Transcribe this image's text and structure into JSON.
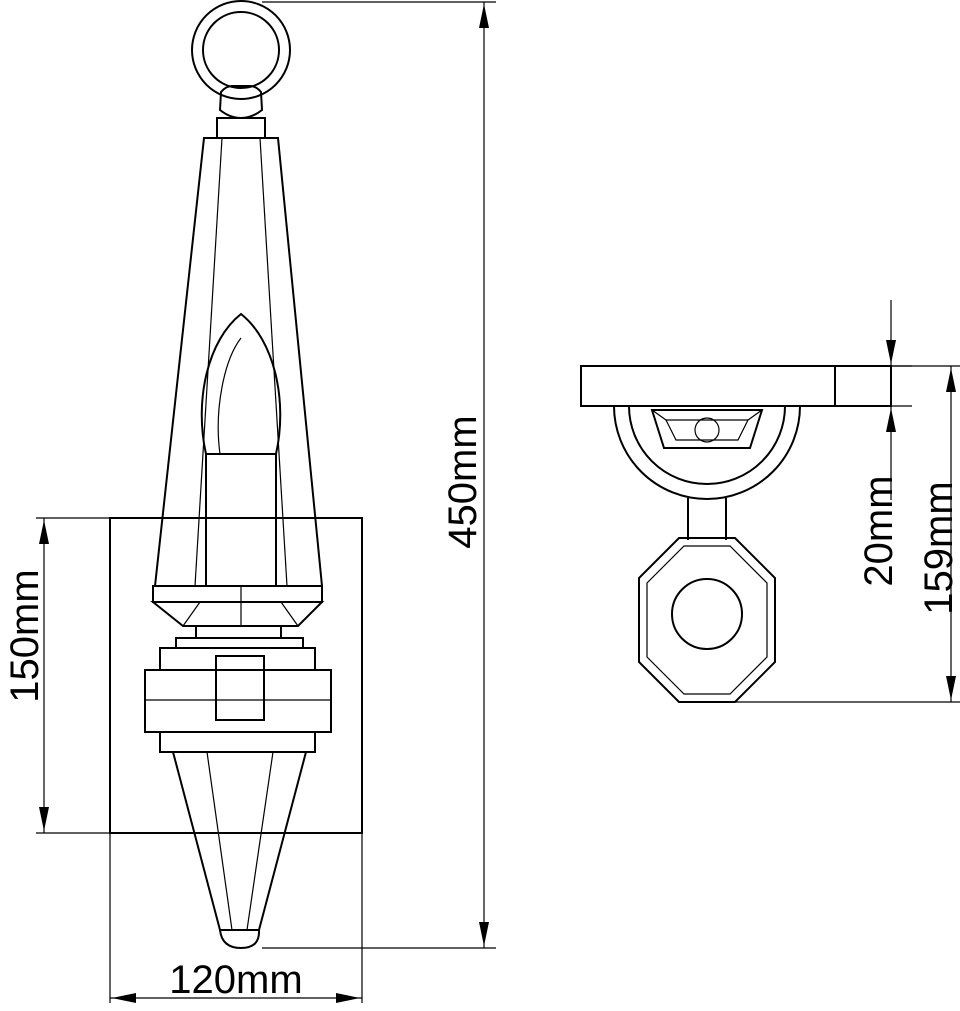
{
  "dimensions": {
    "height_total": "450mm",
    "backplate_height": "150mm",
    "backplate_width": "120mm",
    "backplate_depth": "20mm",
    "projection": "159mm"
  },
  "colors": {
    "line": "#000000",
    "background": "#ffffff"
  }
}
